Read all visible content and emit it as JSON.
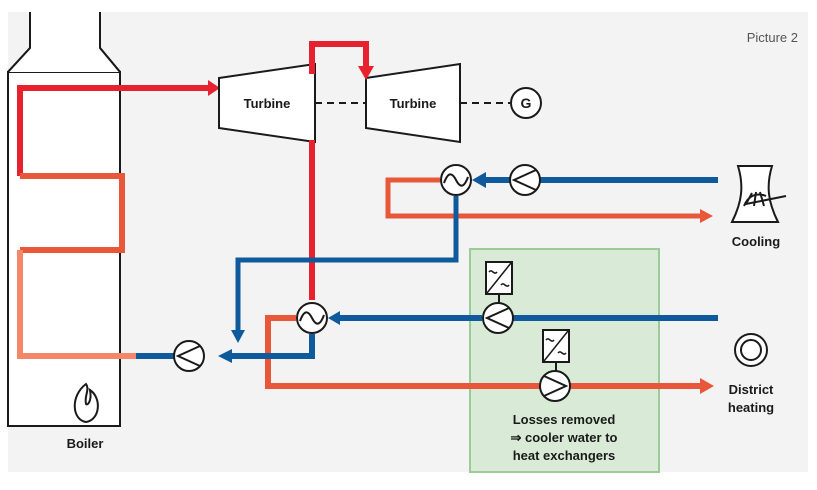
{
  "picture_label": "Picture 2",
  "labels": {
    "turbine_1": "Turbine",
    "turbine_2": "Turbine",
    "generator": "G",
    "cooling": "Cooling",
    "district_heating_line1": "District",
    "district_heating_line2": "heating",
    "boiler": "Boiler",
    "losses_line1": "Losses removed",
    "losses_line2": "⇒ cooler water to",
    "losses_line3": "heat exchangers"
  },
  "colors": {
    "panel_bg": "#f3f3f3",
    "steam_red": "#e8212e",
    "hot_orange": "#e8573a",
    "warm_salmon": "#f4876a",
    "cold_blue": "#0e5a9c",
    "highlight_green_fill": "#d9ebd6",
    "highlight_green_stroke": "#9ccb98",
    "outline": "#1a1a1a"
  },
  "icons": [
    "flame-icon",
    "cooling-tower-icon",
    "district-heating-icon",
    "pump-icon",
    "heat-exchanger-icon",
    "frequency-converter-icon"
  ]
}
